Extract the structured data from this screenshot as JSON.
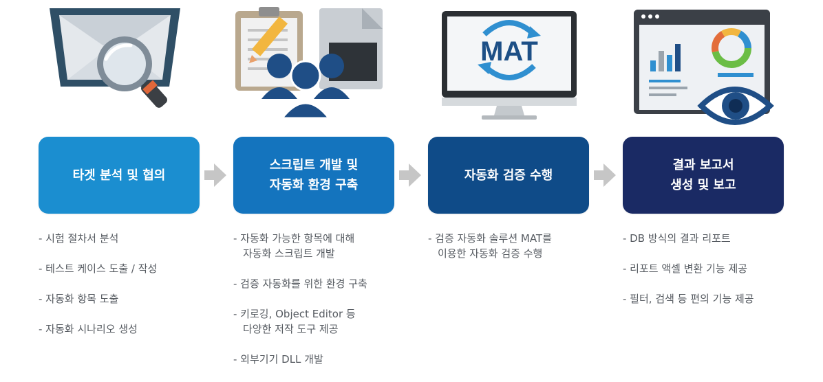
{
  "colors": {
    "step1": "#1b8ed0",
    "step2": "#1474be",
    "step3": "#0f4b88",
    "step4": "#1a2a64",
    "arrow": "#c6c6c6",
    "text": "#555a60"
  },
  "steps": [
    {
      "icon": "monitor-magnifier-icon",
      "title_lines": [
        "타겟 분석 및 협의"
      ],
      "bullets": [
        [
          "- 시험 절차서 분석"
        ],
        [
          "- 테스트 케이스 도출 / 작성"
        ],
        [
          "- 자동화 항목 도출"
        ],
        [
          "- 자동화 시나리오 생성"
        ]
      ]
    },
    {
      "icon": "document-team-icon",
      "title_lines": [
        "스크립트 개발 및",
        "자동화 환경 구축"
      ],
      "bullets": [
        [
          "- 자동화 가능한 항목에 대해",
          "자동화 스크립트 개발"
        ],
        [
          "- 검증 자동화를 위한 환경 구축"
        ],
        [
          "- 키로깅, Object Editor 등",
          "다양한 저작 도구 제공"
        ],
        [
          "- 외부기기 DLL 개발"
        ]
      ]
    },
    {
      "icon": "mat-monitor-icon",
      "icon_text": "MAT",
      "title_lines": [
        "자동화 검증 수행"
      ],
      "bullets": [
        [
          "- 검증 자동화 솔루션 MAT를",
          "이용한 자동화 검증 수행"
        ]
      ]
    },
    {
      "icon": "report-eye-icon",
      "title_lines": [
        "결과 보고서",
        "생성 및 보고"
      ],
      "bullets": [
        [
          "- DB 방식의 결과 리포트"
        ],
        [
          "- 리포트 액셀 변환 기능 제공"
        ],
        [
          "- 필터, 검색 등 편의 기능 제공"
        ]
      ]
    }
  ]
}
